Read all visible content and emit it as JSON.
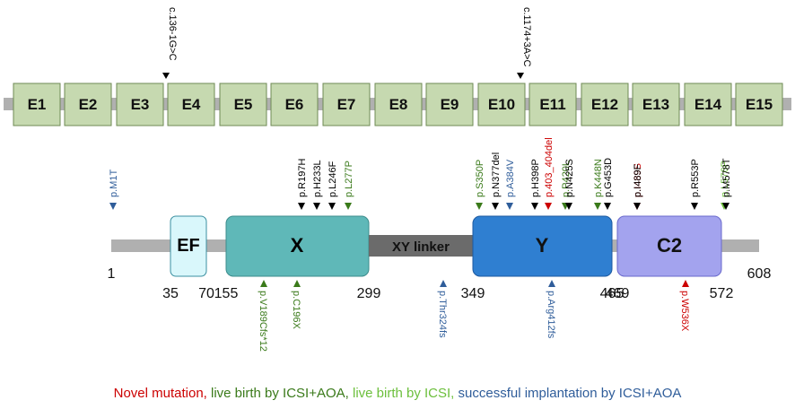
{
  "colors": {
    "novel": "#cc0000",
    "live_icsi_aoa": "#3a7a1a",
    "live_icsi": "#6cbf3c",
    "implant": "#2f5d9a",
    "black": "#000000",
    "exon_fill": "#c6d9b0",
    "exon_stroke": "#6f8a55",
    "ef_fill": "#d9f7fb",
    "x_fill": "#5fb8b8",
    "y_fill": "#2f7fd1",
    "c2_fill": "#a3a3ee",
    "linker_fill": "#6b6b6b",
    "backbone": "#b0b0b0"
  },
  "exon_splice": [
    {
      "text": "c.136-1G>C",
      "color": "black"
    },
    {
      "text": "c.1174+3A>C",
      "color": "black"
    }
  ],
  "exons": [
    "E1",
    "E2",
    "E3",
    "E4",
    "E5",
    "E6",
    "E7",
    "E8",
    "E9",
    "E10",
    "E11",
    "E12",
    "E13",
    "E14",
    "E15"
  ],
  "domains": {
    "ef": "EF",
    "x": "X",
    "linker": "XY linker",
    "y": "Y",
    "c2": "C2"
  },
  "positions": [
    "1",
    "35",
    "70",
    "155",
    "299",
    "349",
    "465",
    "469",
    "572",
    "608"
  ],
  "mutations_top": [
    {
      "text": "p.M1T",
      "color": "implant"
    },
    {
      "text": "p.R197H",
      "color": "black"
    },
    {
      "text": "p.H233L",
      "color": "black"
    },
    {
      "text": "p.L246F",
      "color": "black"
    },
    {
      "text": "p.L277P",
      "color": "live_icsi_aoa"
    },
    {
      "text": "p.S350P",
      "color": "live_icsi_aoa"
    },
    {
      "text": "p.N377del",
      "color": "black"
    },
    {
      "text": "p.A384V",
      "color": "implant"
    },
    {
      "text": "p.H398P",
      "color": "black"
    },
    {
      "text": "p.403_404del",
      "color": "novel"
    },
    {
      "text": "p.P420L",
      "color": "live_icsi_aoa"
    },
    {
      "text": "p.N425S",
      "color": "black"
    },
    {
      "text": "p.K448N",
      "color": "live_icsi_aoa"
    },
    {
      "text": "p.G453D",
      "color": "black"
    },
    {
      "text": "p.I489S",
      "color": "novel"
    },
    {
      "text": "p.I489F",
      "color": "black"
    },
    {
      "text": "p.R553P",
      "color": "black"
    },
    {
      "text": "p.L576P",
      "color": "live_icsi"
    },
    {
      "text": "p.M578T",
      "color": "black"
    }
  ],
  "mutations_bottom": [
    {
      "text": "p.V189Cfs*12",
      "color": "live_icsi_aoa"
    },
    {
      "text": "p.C196X",
      "color": "live_icsi_aoa"
    },
    {
      "text": "p.Thr324fs",
      "color": "implant"
    },
    {
      "text": "p.Arg412fs",
      "color": "implant"
    },
    {
      "text": "p.W536X",
      "color": "novel"
    }
  ],
  "legend": [
    {
      "text": "Novel mutation,",
      "color": "novel"
    },
    {
      "text": " live birth by ICSI+AOA,",
      "color": "live_icsi_aoa"
    },
    {
      "text": " live birth by ICSI,",
      "color": "live_icsi"
    },
    {
      "text": " successful implantation by ICSI+AOA",
      "color": "implant"
    }
  ]
}
